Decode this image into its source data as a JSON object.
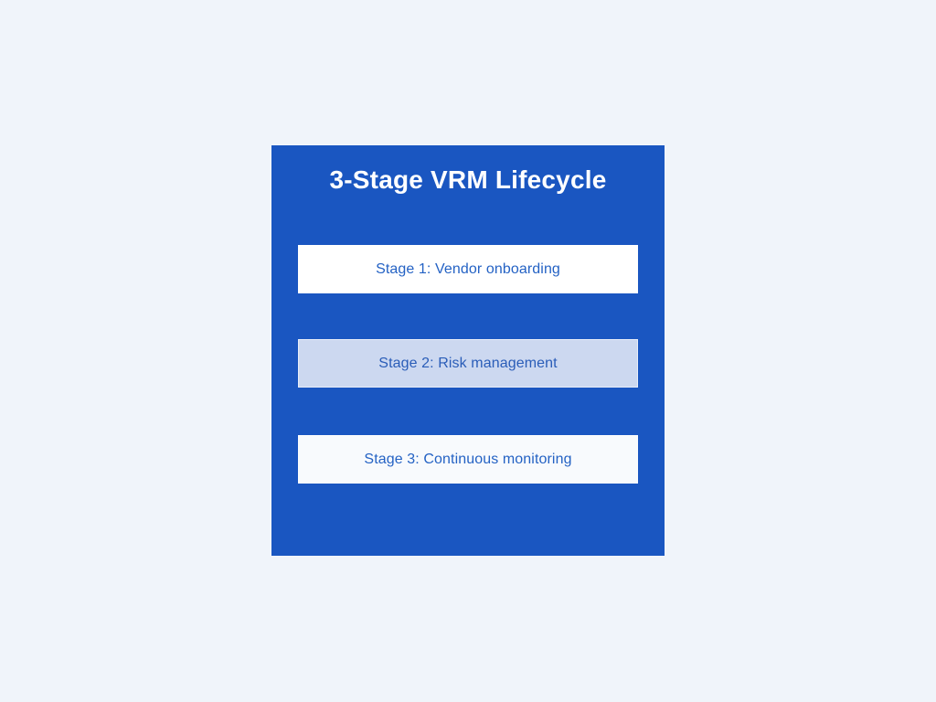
{
  "page": {
    "background_color": "#f0f4fa"
  },
  "panel": {
    "background_color": "#1a56c1",
    "title": "3-Stage VRM Lifecycle",
    "title_color": "#ffffff",
    "stages": [
      {
        "label": "Stage 1: Vendor onboarding",
        "background_color": "#ffffff",
        "text_color": "#2462c4"
      },
      {
        "label": "Stage 2: Risk management",
        "background_color": "#ccd8f0",
        "text_color": "#2a5db8"
      },
      {
        "label": "Stage 3: Continuous monitoring",
        "background_color": "#f8fafd",
        "text_color": "#2462c4"
      }
    ]
  }
}
